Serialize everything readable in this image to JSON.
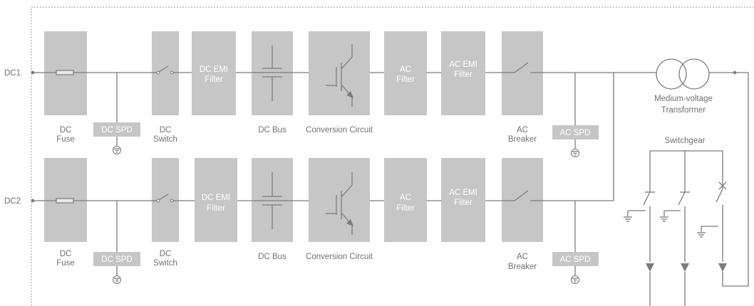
{
  "inputs": [
    "DC1",
    "DC2"
  ],
  "rows": [
    {
      "fuse_label": [
        "DC",
        "Fuse"
      ],
      "spd_label": "DC SPD",
      "switch_label": [
        "DC",
        "Switch"
      ],
      "emi_label": [
        "DC EMI",
        "Filter"
      ],
      "bus_label": "DC Bus",
      "conversion_label": "Conversion Circuit",
      "ac_filter_label": [
        "AC",
        "Filter"
      ],
      "ac_emi_label": [
        "AC EMI",
        "Filter"
      ],
      "breaker_label": [
        "AC",
        "Breaker"
      ],
      "ac_spd_label": "AC SPD"
    },
    {
      "fuse_label": [
        "DC",
        "Fuse"
      ],
      "spd_label": "DC SPD",
      "switch_label": [
        "DC",
        "Switch"
      ],
      "emi_label": [
        "DC EMI",
        "Filter"
      ],
      "bus_label": "DC Bus",
      "conversion_label": "Conversion Circuit",
      "ac_filter_label": [
        "AC",
        "Filter"
      ],
      "ac_emi_label": [
        "AC EMI",
        "Filter"
      ],
      "breaker_label": [
        "AC",
        "Breaker"
      ],
      "ac_spd_label": "AC SPD"
    }
  ],
  "transformer_label": [
    "Medium-voltage",
    "Transformer"
  ],
  "switchgear_label": "Switchgear",
  "colors": {
    "block": "#c6c6c6",
    "line": "#7c7c7c",
    "text": "#707070"
  }
}
